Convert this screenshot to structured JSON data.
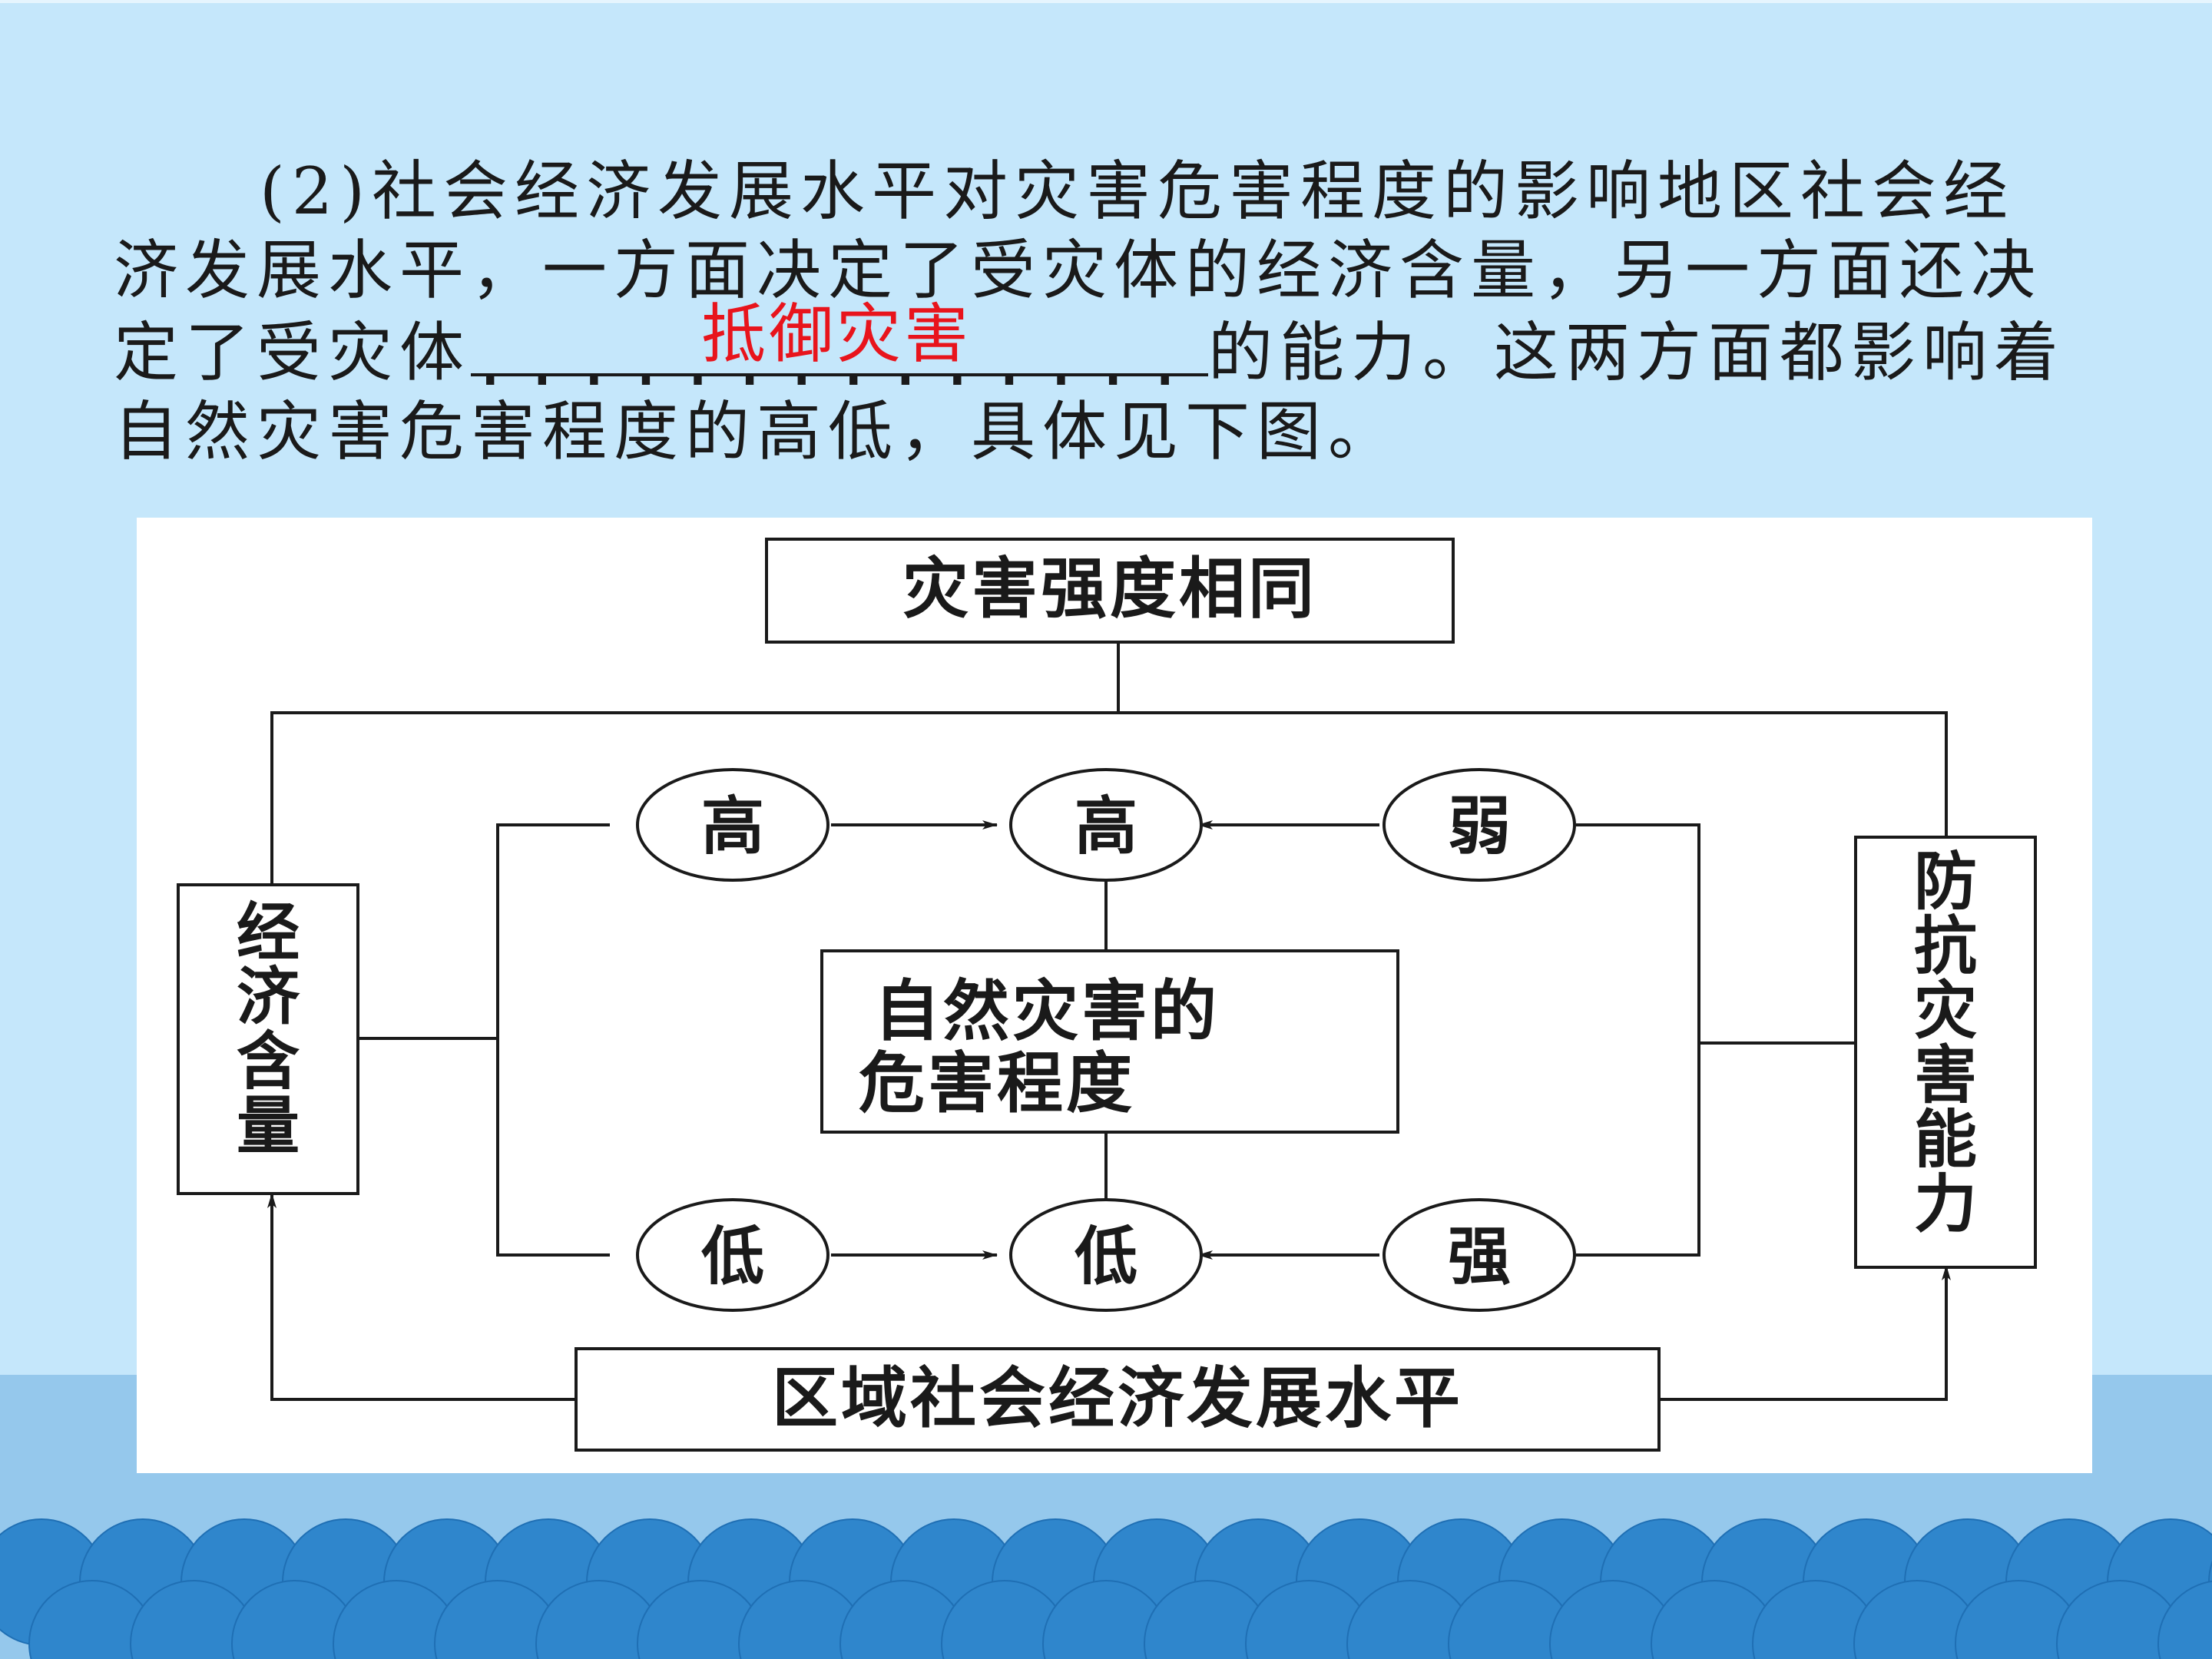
{
  "paragraph": {
    "number": "(2)",
    "text_1": "社会经济发展水平对灾害危害程度的影响地区社会经济发展水平，一方面决定了受灾体的经济含量，另一方面还决定了受灾体",
    "answer": "抵御灾害",
    "text_2": "的能力。这两方面都影响着自然灾害危害程度的高低，具体见下图。"
  },
  "diagram": {
    "top_box": "灾害强度相同",
    "left_box": [
      "经",
      "济",
      "含",
      "量"
    ],
    "right_box": [
      "防",
      "抗",
      "灾",
      "害",
      "能",
      "力"
    ],
    "center_box": [
      "自然灾害的",
      "危害程度"
    ],
    "bottom_box": "区域社会经济发展水平",
    "circle_left_top": "高",
    "circle_center_top": "高",
    "circle_right_top": "弱",
    "circle_left_bottom": "低",
    "circle_center_bottom": "低",
    "circle_right_bottom": "强"
  }
}
